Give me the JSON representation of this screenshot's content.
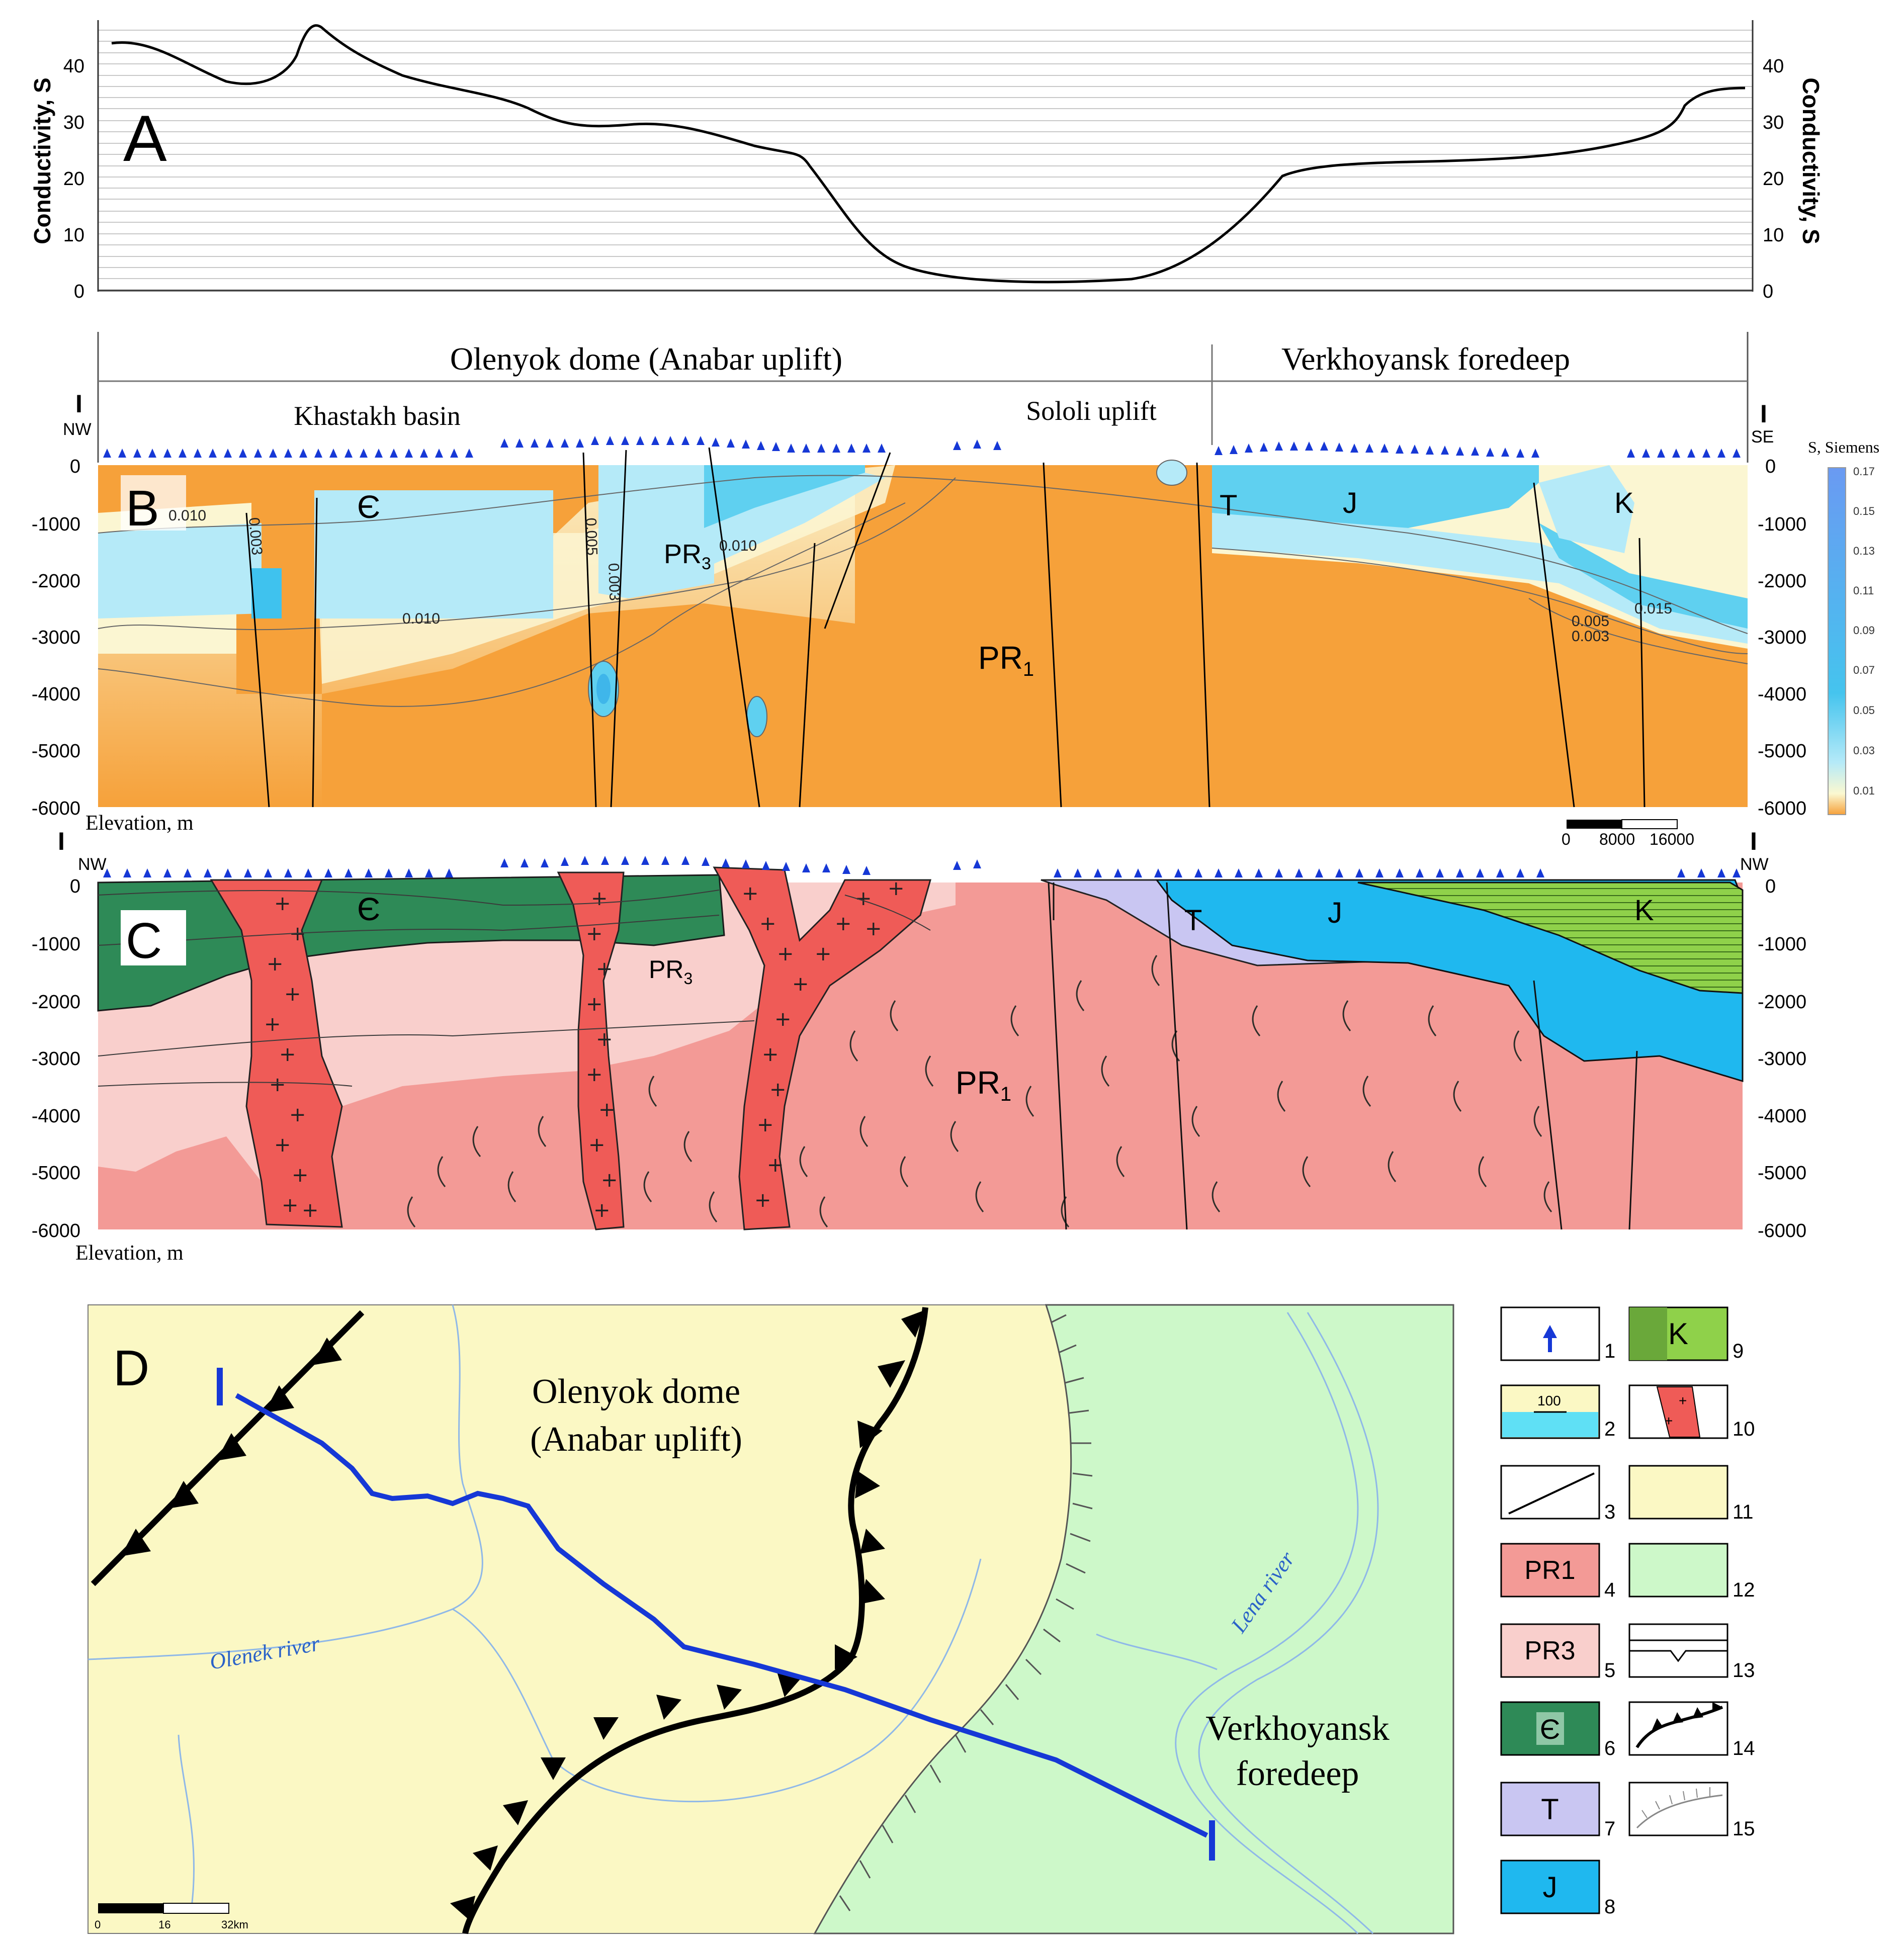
{
  "panels": {
    "A": {
      "letter": "A",
      "ylabel_left": "Conductivity, S",
      "ylabel_right": "Conductivity, S",
      "yticks": [
        "0",
        "10",
        "20",
        "30",
        "40"
      ]
    },
    "B": {
      "letter": "B",
      "header_left": "Olenyok dome (Anabar uplift)",
      "header_right": "Verkhoyansk foredeep",
      "sub_left": "Khastakh basin",
      "sub_right": "Sololi uplift",
      "profile_mark": "I",
      "end_left": "NW",
      "end_right": "SE",
      "yticks": [
        "0",
        "-1000",
        "-2000",
        "-3000",
        "-4000",
        "-5000",
        "-6000"
      ],
      "xlabel": "Elevation, m",
      "units": {
        "cambrian": "Є",
        "pr3": "PR",
        "pr3_sub": "3",
        "pr1": "PR",
        "pr1_sub": "1",
        "t": "T",
        "j": "J",
        "k": "K"
      },
      "contours": [
        "0.010",
        "0.003",
        "0.005",
        "0.003",
        "0.010",
        "0.010",
        "0.005",
        "0.003",
        "0.015"
      ],
      "colorbar_title": "S, Siemens",
      "colorbar_ticks": [
        "0.17",
        "0.15",
        "0.13",
        "0.11",
        "0.09",
        "0.07",
        "0.05",
        "0.03",
        "0.01"
      ],
      "scalebar": [
        "0",
        "8000",
        "16000"
      ]
    },
    "C": {
      "letter": "C",
      "profile_mark": "I",
      "end_left": "NW",
      "end_right": "NW",
      "yticks": [
        "0",
        "-1000",
        "-2000",
        "-3000",
        "-4000",
        "-5000",
        "-6000"
      ],
      "xlabel": "Elevation, m",
      "units": {
        "cambrian": "Є",
        "pr3": "PR",
        "pr3_sub": "3",
        "pr1": "PR",
        "pr1_sub": "1",
        "t": "T",
        "j": "J",
        "k": "K"
      }
    },
    "D": {
      "letter": "D",
      "dome_line1": "Olenyok dome",
      "dome_line2": "(Anabar uplift)",
      "foredeep_line1": "Verkhoyansk",
      "foredeep_line2": "foredeep",
      "river1": "Olenek river",
      "river2": "Lena river",
      "scale": [
        "0",
        "16",
        "32km"
      ]
    }
  },
  "legend": [
    {
      "num": "1",
      "label": ""
    },
    {
      "num": "2",
      "label": "100"
    },
    {
      "num": "3",
      "label": ""
    },
    {
      "num": "4",
      "label": "PR1"
    },
    {
      "num": "5",
      "label": "PR3"
    },
    {
      "num": "6",
      "label": "Є"
    },
    {
      "num": "7",
      "label": "T"
    },
    {
      "num": "8",
      "label": "J"
    },
    {
      "num": "9",
      "label": "K"
    },
    {
      "num": "10",
      "label": ""
    },
    {
      "num": "11",
      "label": ""
    },
    {
      "num": "12",
      "label": ""
    },
    {
      "num": "13",
      "label": ""
    },
    {
      "num": "14",
      "label": ""
    },
    {
      "num": "15",
      "label": ""
    }
  ],
  "colors": {
    "pr1": "#f39a96",
    "pr3": "#f9cfcc",
    "cambrian": "#2e8a57",
    "granite": "#ef5b57",
    "triassic": "#c9c6f2",
    "jurassic": "#1fb8ef",
    "cretaceous": "#8fd14a",
    "dome": "#fbf8c4",
    "foredeep": "#cdf8c9",
    "orange": "#f6a13a",
    "cyan": "#5fd0f0",
    "profile": "#1638d6"
  }
}
